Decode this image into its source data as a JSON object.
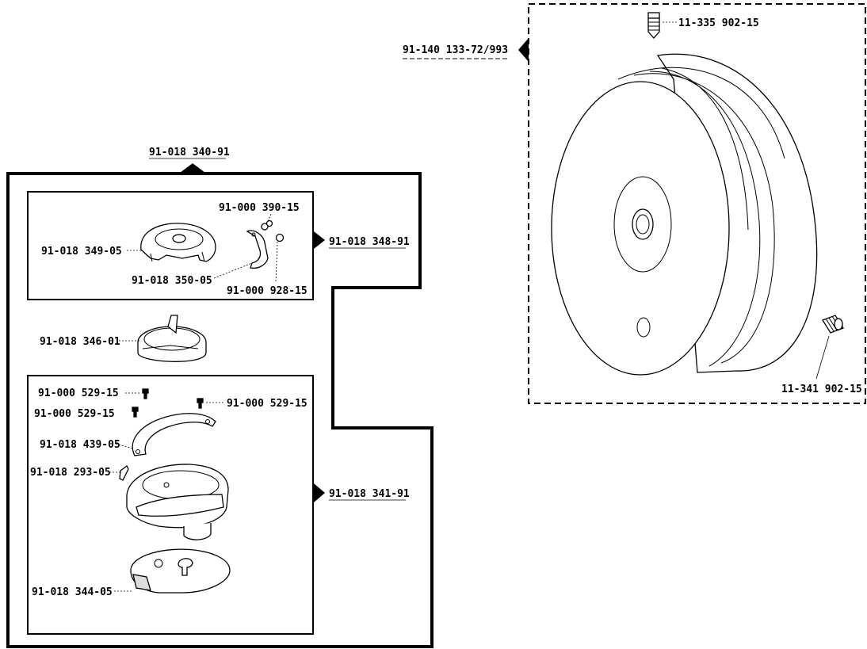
{
  "assemblies": {
    "hook_assembly": "91-018 340-91",
    "bobbin_case_set": "91-018 348-91",
    "hook_body_set": "91-018 341-91",
    "motor_wheel_unit": "91-140 133-72/993"
  },
  "parts": {
    "screw_top_right": "91-000 390-15",
    "bobbin_cap": "91-018 349-05",
    "spring_clip": "91-018 350-05",
    "screw_small": "91-000 928-15",
    "bobbin_case": "91-018 346-01",
    "screw_a": "91-000 529-15",
    "screw_b": "91-000 529-15",
    "screw_c": "91-000 529-15",
    "retainer_ring": "91-018 439-05",
    "pin": "91-018 293-05",
    "base_plate": "91-018 344-05",
    "wheel_screw_top": "11-335 902-15",
    "wheel_screw_side": "11-341 902-15"
  }
}
